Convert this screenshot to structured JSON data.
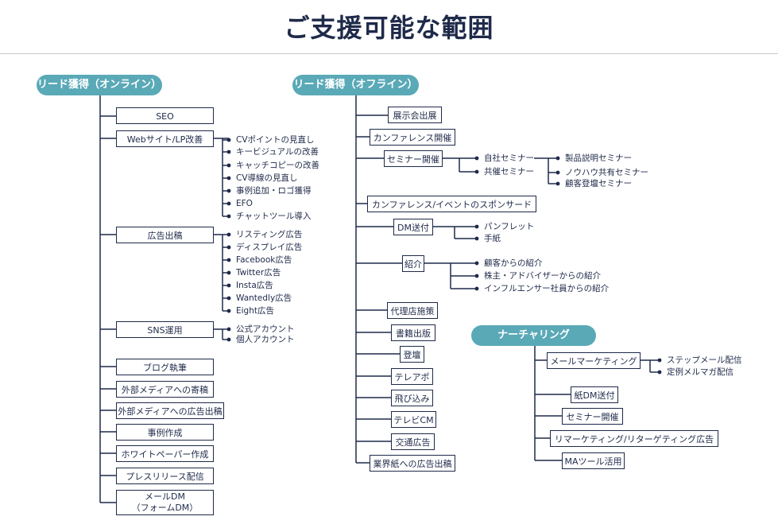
{
  "title": "ご支援可能な範囲",
  "online": {
    "label": "リード獲得（オンライン）",
    "seo": "SEO",
    "website": "Webサイト/LP改善",
    "website_items": [
      "CVポイントの見直し",
      "キービジュアルの改善",
      "キャッチコピーの改善",
      "CV導線の見直し",
      "事例追加・ロゴ獲得",
      "EFO",
      "チャットツール導入"
    ],
    "ads": "広告出稿",
    "ads_items": [
      "リスティング広告",
      "ディスプレイ広告",
      "Facebook広告",
      "Twitter広告",
      "Insta広告",
      "Wantedly広告",
      "Eight広告"
    ],
    "sns": "SNS運用",
    "sns_items": [
      "公式アカウント",
      "個人アカウント"
    ],
    "blog": "ブログ執筆",
    "media_post": "外部メディアへの寄稿",
    "media_ads": "外部メディアへの広告出稿",
    "case": "事例作成",
    "whitepaper": "ホワイトペーパー作成",
    "press": "プレスリリース配信",
    "maildm_line1": "メールDM",
    "maildm_line2": "（フォームDM）"
  },
  "offline": {
    "label": "リード獲得（オフライン）",
    "expo": "展示会出展",
    "conference": "カンファレンス開催",
    "seminar": "セミナー開催",
    "own_seminar": "自社セミナー",
    "own_seminar_items": [
      "製品説明セミナー",
      "ノウハウ共有セミナー",
      "顧客登壇セミナー"
    ],
    "co_seminar": "共催セミナー",
    "sponsor": "カンファレンス/イベントのスポンサード",
    "dm": "DM送付",
    "dm_items": [
      "パンフレット",
      "手紙"
    ],
    "referral": "紹介",
    "referral_items": [
      "顧客からの紹介",
      "株主・アドバイザーからの紹介",
      "インフルエンサー社員からの紹介"
    ],
    "agency": "代理店施策",
    "book": "書籍出版",
    "speaking": "登壇",
    "teleapo": "テレアポ",
    "walkin": "飛び込み",
    "tvcm": "テレビCM",
    "transit": "交通広告",
    "trade_paper": "業界紙への広告出稿"
  },
  "nurturing": {
    "label": "ナーチャリング",
    "email": "メールマーケティング",
    "email_items": [
      "ステップメール配信",
      "定例メルマガ配信"
    ],
    "paper_dm": "紙DM送付",
    "seminar": "セミナー開催",
    "retargeting": "リマーケティング/リターゲティング広告",
    "ma": "MAツール活用"
  }
}
